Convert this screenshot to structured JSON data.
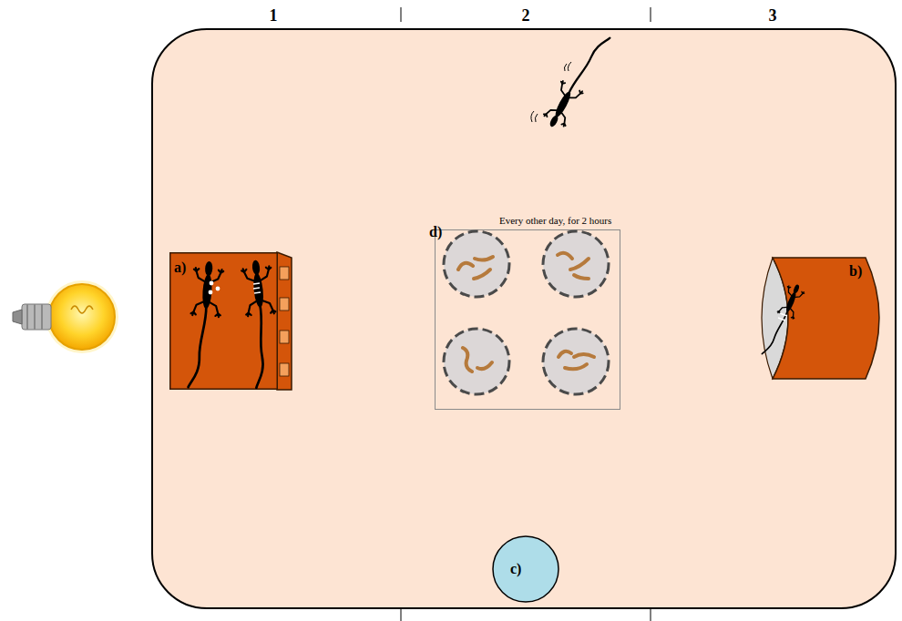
{
  "diagram": {
    "nodes": [
      {
        "text": [
          "d)",
          "Every other day, for 2 hours"
        ]
      },
      {
        "text": [
          "a)"
        ]
      },
      {
        "text": [
          "b)"
        ]
      },
      {
        "text": [
          "c)"
        ]
      }
    ],
    "labels": [
      "1",
      "2",
      "3"
    ]
  }
}
